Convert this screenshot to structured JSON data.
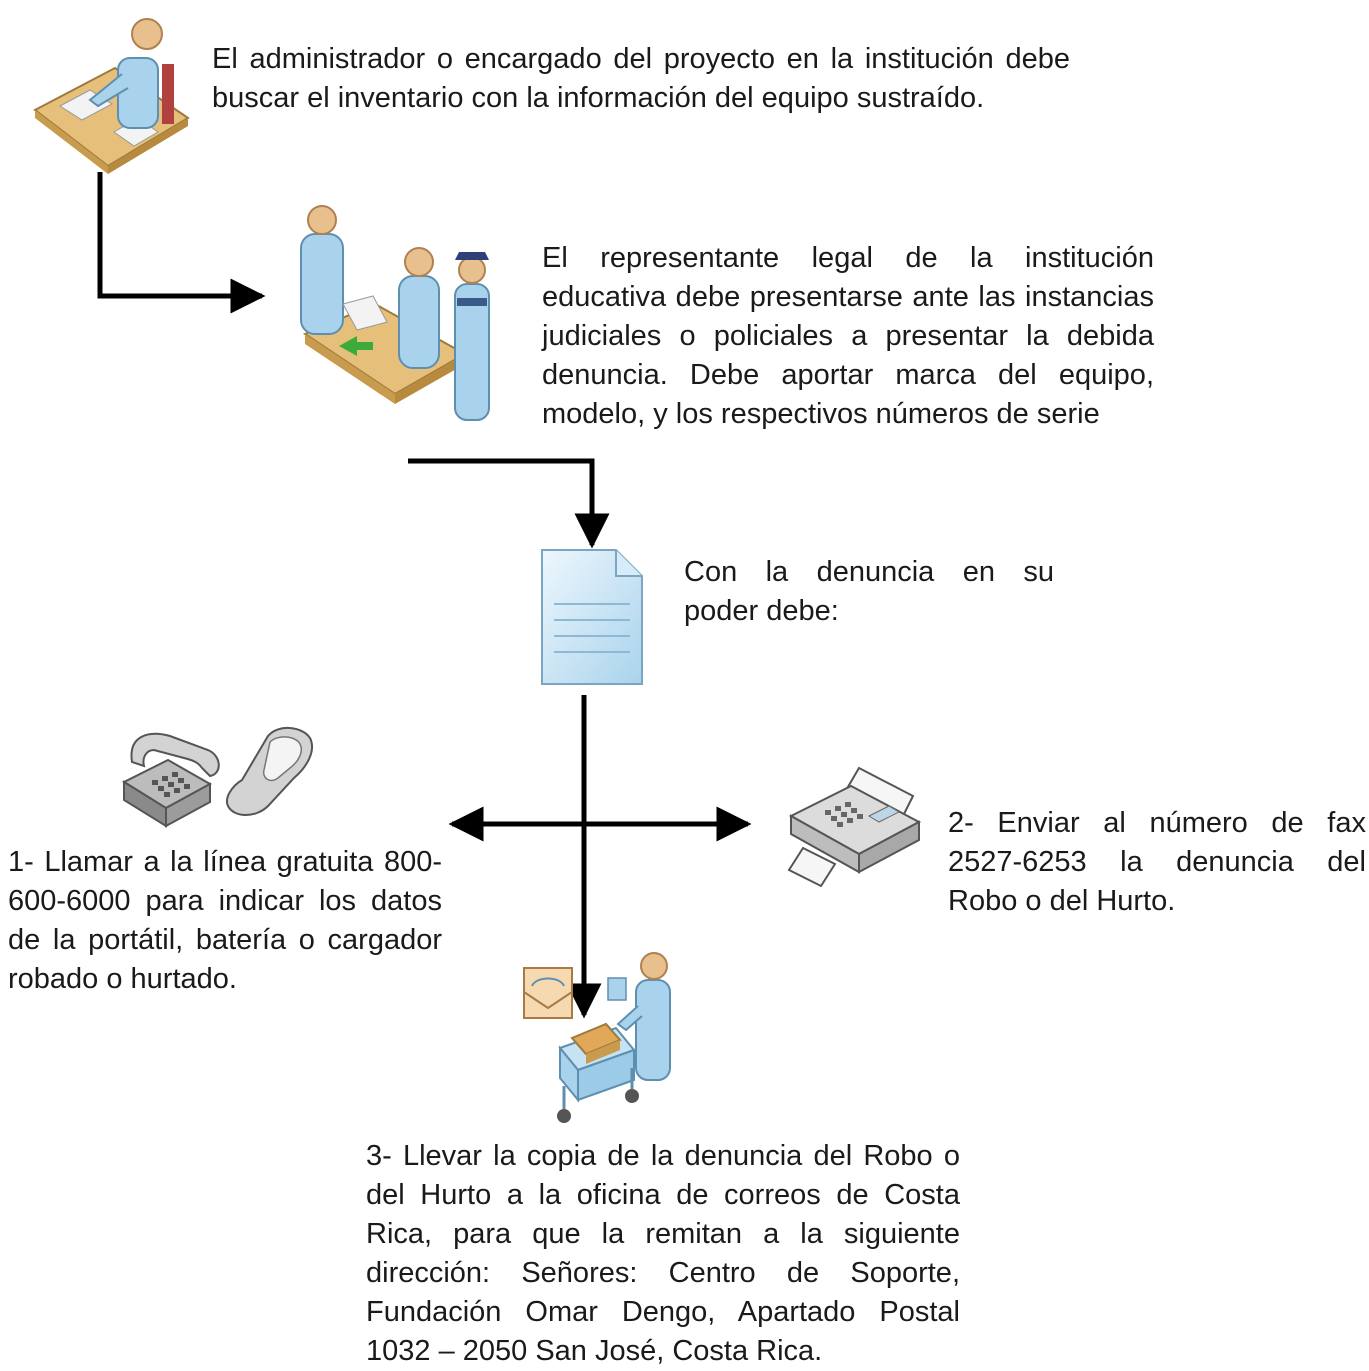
{
  "steps": {
    "step1": "El administrador o encargado del proyecto en la institución debe buscar el inventario con la información del equipo sustraído.",
    "step2": "El representante legal de la institución educativa debe presentarse ante las instancias judiciales o policiales a presentar la debida denuncia. Debe aportar marca del equipo, modelo, y los respectivos números de serie",
    "step3": "Con la denuncia en su poder debe:",
    "option1": "1- Llamar a la línea gratuita 800-600-6000 para indicar los datos de la portátil, batería o cargador robado o hurtado.",
    "option2": "2- Enviar al número de fax 2527-6253 la denuncia del Robo o del Hurto.",
    "option3": "3- Llevar la copia de la denuncia del Robo o del Hurto a la oficina de correos de Costa Rica, para que la remitan a la siguiente dirección: Señores: Centro de Soporte, Fundación Omar Dengo, Apartado Postal 1032 – 2050 San José, Costa Rica."
  },
  "icons": {
    "step1": "person-at-desk-icon",
    "step2": "people-at-counter-with-officer-icon",
    "step3": "document-icon",
    "option1": "desk-phone-and-cell-phone-icon",
    "option2": "fax-machine-icon",
    "option3": "mail-clerk-with-cart-icon"
  },
  "colors": {
    "figure_fill": "#a9d3ec",
    "figure_stroke": "#5f8fb0",
    "desk_fill": "#e6c07a",
    "arrow": "#000000"
  }
}
